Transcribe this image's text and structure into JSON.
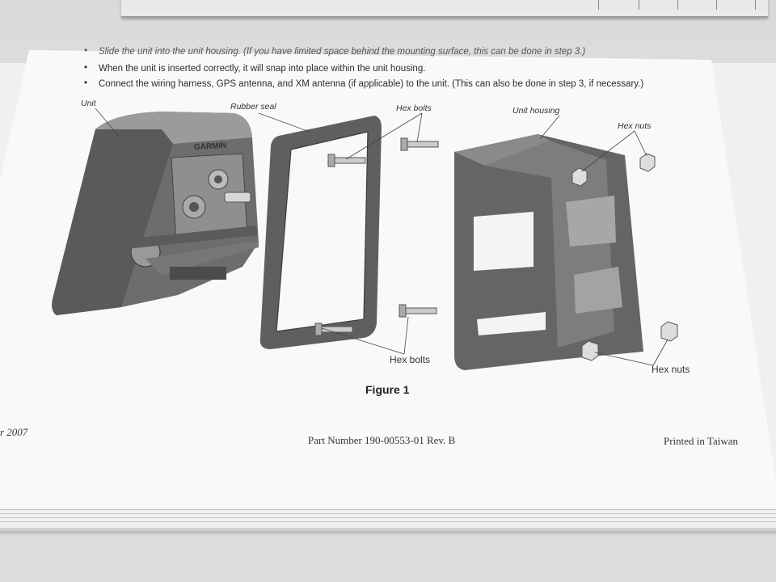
{
  "instructions": [
    "Slide the unit into the unit housing. (If you have limited space behind the mounting surface, this can be done in step 3.)",
    "When the unit is inserted correctly, it will snap into place within the unit housing.",
    "Connect the wiring harness, GPS antenna, and XM antenna (if applicable) to the unit. (This can also be done in step 3, if necessary.)"
  ],
  "figure": {
    "callouts": {
      "unit": "Unit",
      "rubber_seal": "Rubber seal",
      "hex_bolts_top": "Hex bolts",
      "unit_housing": "Unit housing",
      "hex_nuts_top": "Hex nuts",
      "hex_bolts_bottom": "Hex bolts",
      "hex_nuts_bottom": "Hex nuts"
    },
    "logo_text": "GARMIN",
    "caption": "Figure 1"
  },
  "footer": {
    "date_fragment": "r 2007",
    "part_number": "Part Number 190-00553-01 Rev. B",
    "printed": "Printed in Taiwan"
  }
}
